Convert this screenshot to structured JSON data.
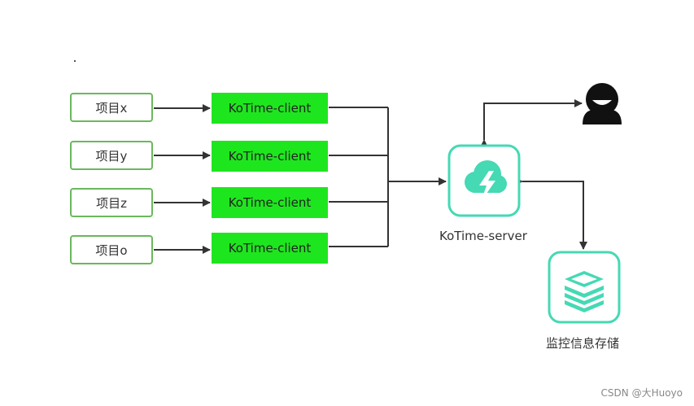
{
  "projects": [
    {
      "label": "项目x"
    },
    {
      "label": "项目y"
    },
    {
      "label": "项目z"
    },
    {
      "label": "项目o"
    }
  ],
  "clients": [
    {
      "label": "KoTime-client"
    },
    {
      "label": "KoTime-client"
    },
    {
      "label": "KoTime-client"
    },
    {
      "label": "KoTime-client"
    }
  ],
  "server": {
    "label": "KoTime-server",
    "icon": "cloud-bolt-icon"
  },
  "storage": {
    "label": "监控信息存储",
    "icon": "database-stack-icon"
  },
  "user": {
    "icon": "user-avatar-icon"
  },
  "watermark": "CSDN @大Huoyo",
  "colors": {
    "client_fill": "#1ee61e",
    "project_border": "#6ab85c",
    "icon_teal": "#45d9b4",
    "line": "#333333"
  }
}
